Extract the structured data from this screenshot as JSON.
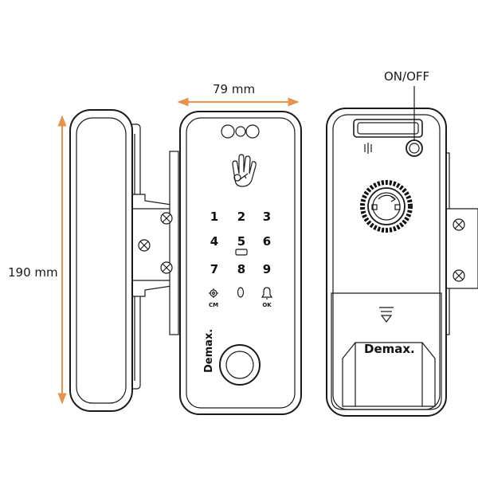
{
  "dimensions": {
    "width_label": "79 mm",
    "height_label": "190 mm",
    "dim_color": "#e8914a"
  },
  "labels": {
    "power": "ON/OFF"
  },
  "keypad": {
    "rows": [
      [
        "1",
        "2",
        "3"
      ],
      [
        "4",
        "5",
        "6"
      ],
      [
        "7",
        "8",
        "9"
      ]
    ],
    "cm_label": "CM",
    "ok_label": "OK"
  },
  "brand": {
    "name": "Demax."
  }
}
